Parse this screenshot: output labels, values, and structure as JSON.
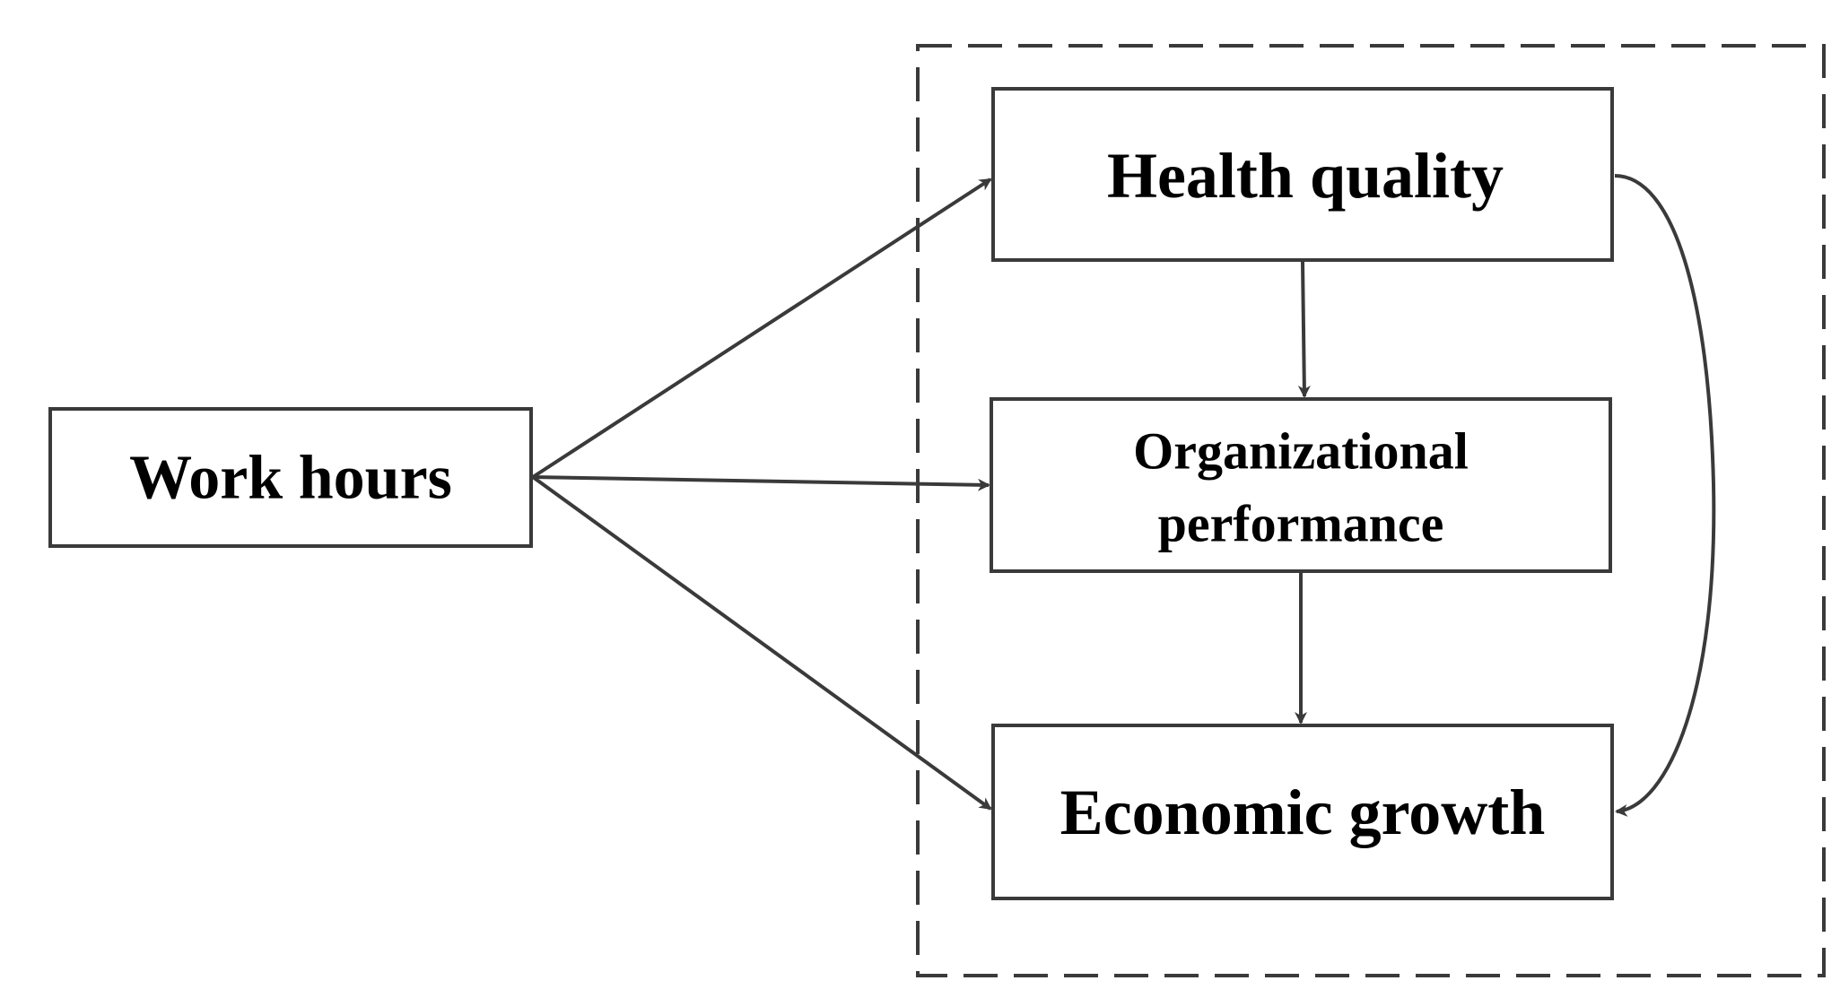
{
  "diagram": {
    "nodes": {
      "work_hours": "Work hours",
      "health_quality": "Health quality",
      "organizational_performance": [
        "Organizational",
        "performance"
      ],
      "economic_growth": "Economic growth"
    },
    "colors": {
      "stroke": "#3a3a3a",
      "text": "#000000",
      "background": "#ffffff"
    }
  }
}
